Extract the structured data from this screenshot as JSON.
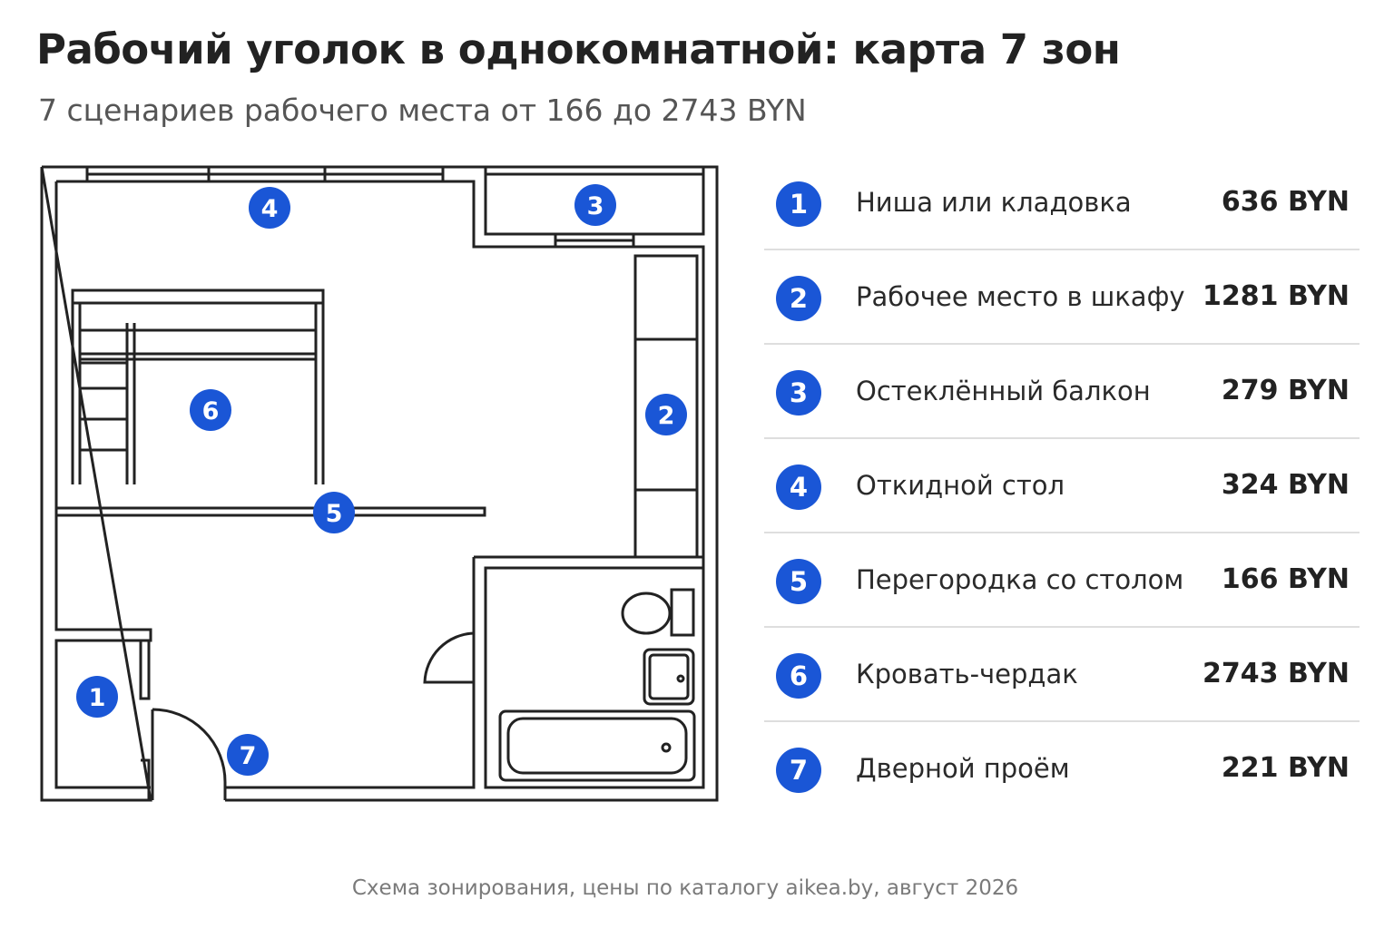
{
  "title": "Рабочий уголок в однокомнатной: карта 7 зон",
  "subtitle": "7 сценариев рабочего места от 166 до 2743 BYN",
  "accent_color": "#1a56d6",
  "zones": [
    {
      "number": "1",
      "name": "Ниша или кладовка",
      "price": "636 BYN"
    },
    {
      "number": "2",
      "name": "Рабочее место в шкафу",
      "price": "1281 BYN"
    },
    {
      "number": "3",
      "name": "Остеклённый балкон",
      "price": "279 BYN"
    },
    {
      "number": "4",
      "name": "Откидной стол",
      "price": "324 BYN"
    },
    {
      "number": "5",
      "name": "Перегородка со столом",
      "price": "166 BYN"
    },
    {
      "number": "6",
      "name": "Кровать-чердак",
      "price": "2743 BYN"
    },
    {
      "number": "7",
      "name": "Дверной проём",
      "price": "221 BYN"
    }
  ],
  "footer": "Схема зонирования, цены по каталогу aikea.by, август 2026"
}
